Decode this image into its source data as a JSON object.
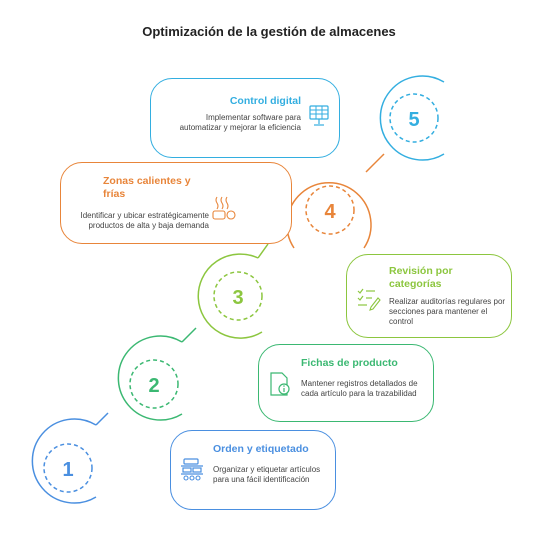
{
  "title": "Optimización de la gestión de almacenes",
  "steps": [
    {
      "number": "1",
      "title": "Orden y etiquetado",
      "desc": "Organizar y etiquetar artículos para una fácil identificación",
      "color": "#4a8fe0",
      "icon": "shelf-icon"
    },
    {
      "number": "2",
      "title": "Fichas de producto",
      "desc": "Mantener registros detallados de cada artículo para la trazabilidad",
      "color": "#3bb872",
      "icon": "document-info-icon"
    },
    {
      "number": "3",
      "title": "Revisión por categorías",
      "desc": "Realizar auditorías regulares por secciones para mantener el control",
      "color": "#8cc63f",
      "icon": "checklist-icon"
    },
    {
      "number": "4",
      "title": "Zonas calientes y frías",
      "desc": "Identificar y ubicar estratégicamente productos de alta y baja demanda",
      "color": "#e8853a",
      "icon": "hot-cold-icon"
    },
    {
      "number": "5",
      "title": "Control digital",
      "desc": "Implementar software para automatizar y mejorar la eficiencia",
      "color": "#33aee0",
      "icon": "computer-spreadsheet-icon"
    }
  ]
}
